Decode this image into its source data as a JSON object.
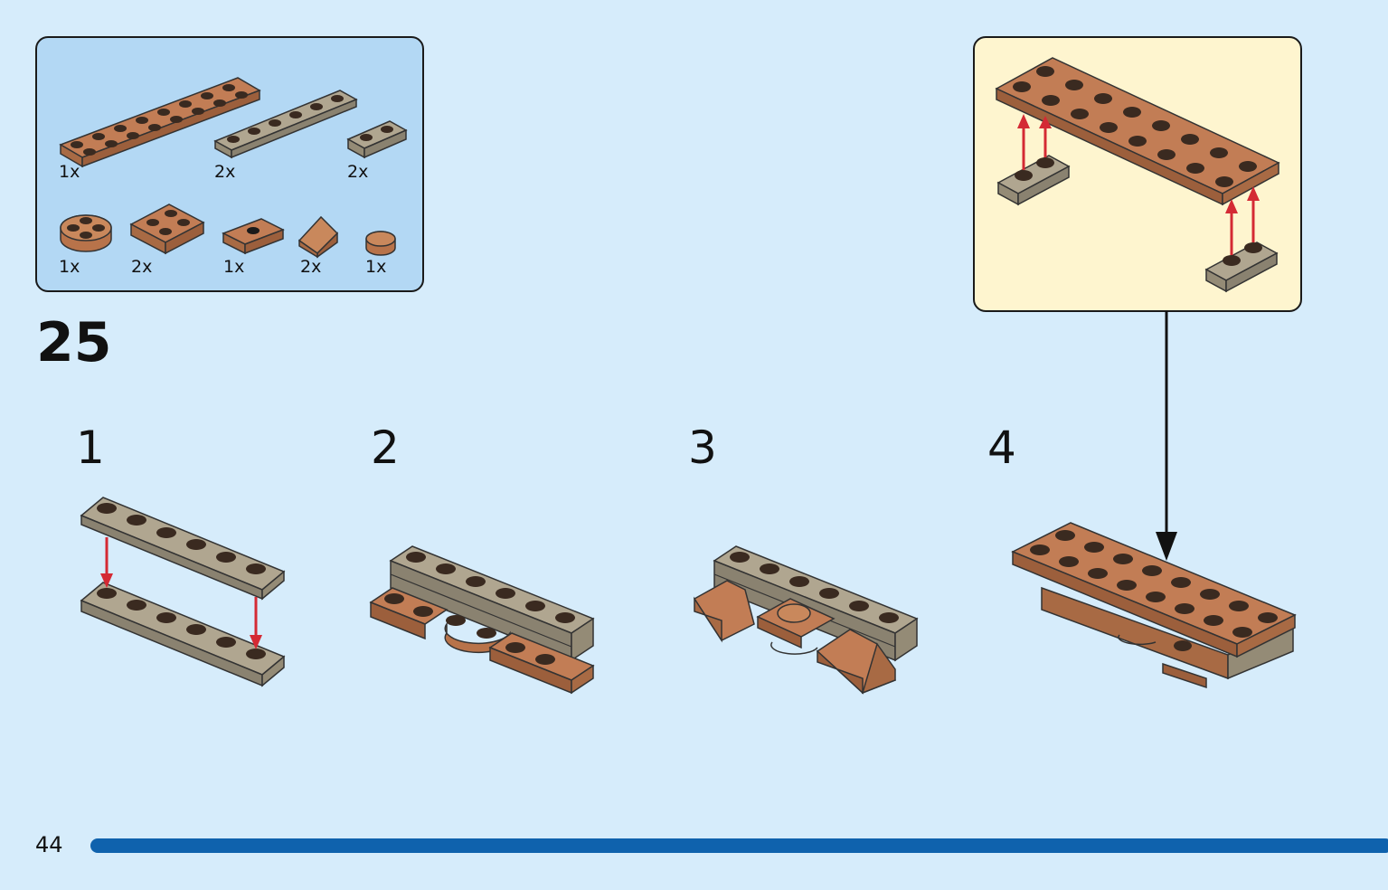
{
  "parts_list": {
    "quantities": [
      "1x",
      "2x",
      "2x",
      "1x",
      "2x",
      "1x",
      "2x",
      "1x"
    ]
  },
  "step": {
    "number": "25"
  },
  "substeps": [
    {
      "label": "1"
    },
    {
      "label": "2"
    },
    {
      "label": "3"
    },
    {
      "label": "4"
    }
  ],
  "page": {
    "number": "44"
  },
  "colors": {
    "background": "#d6ecfb",
    "parts_box": "#b3d8f4",
    "callout": "#fef5cf",
    "brown": "#b8734a",
    "tan_gray": "#a39a85",
    "arrow_red": "#d42a34",
    "progress_bar": "#0f62ad"
  }
}
